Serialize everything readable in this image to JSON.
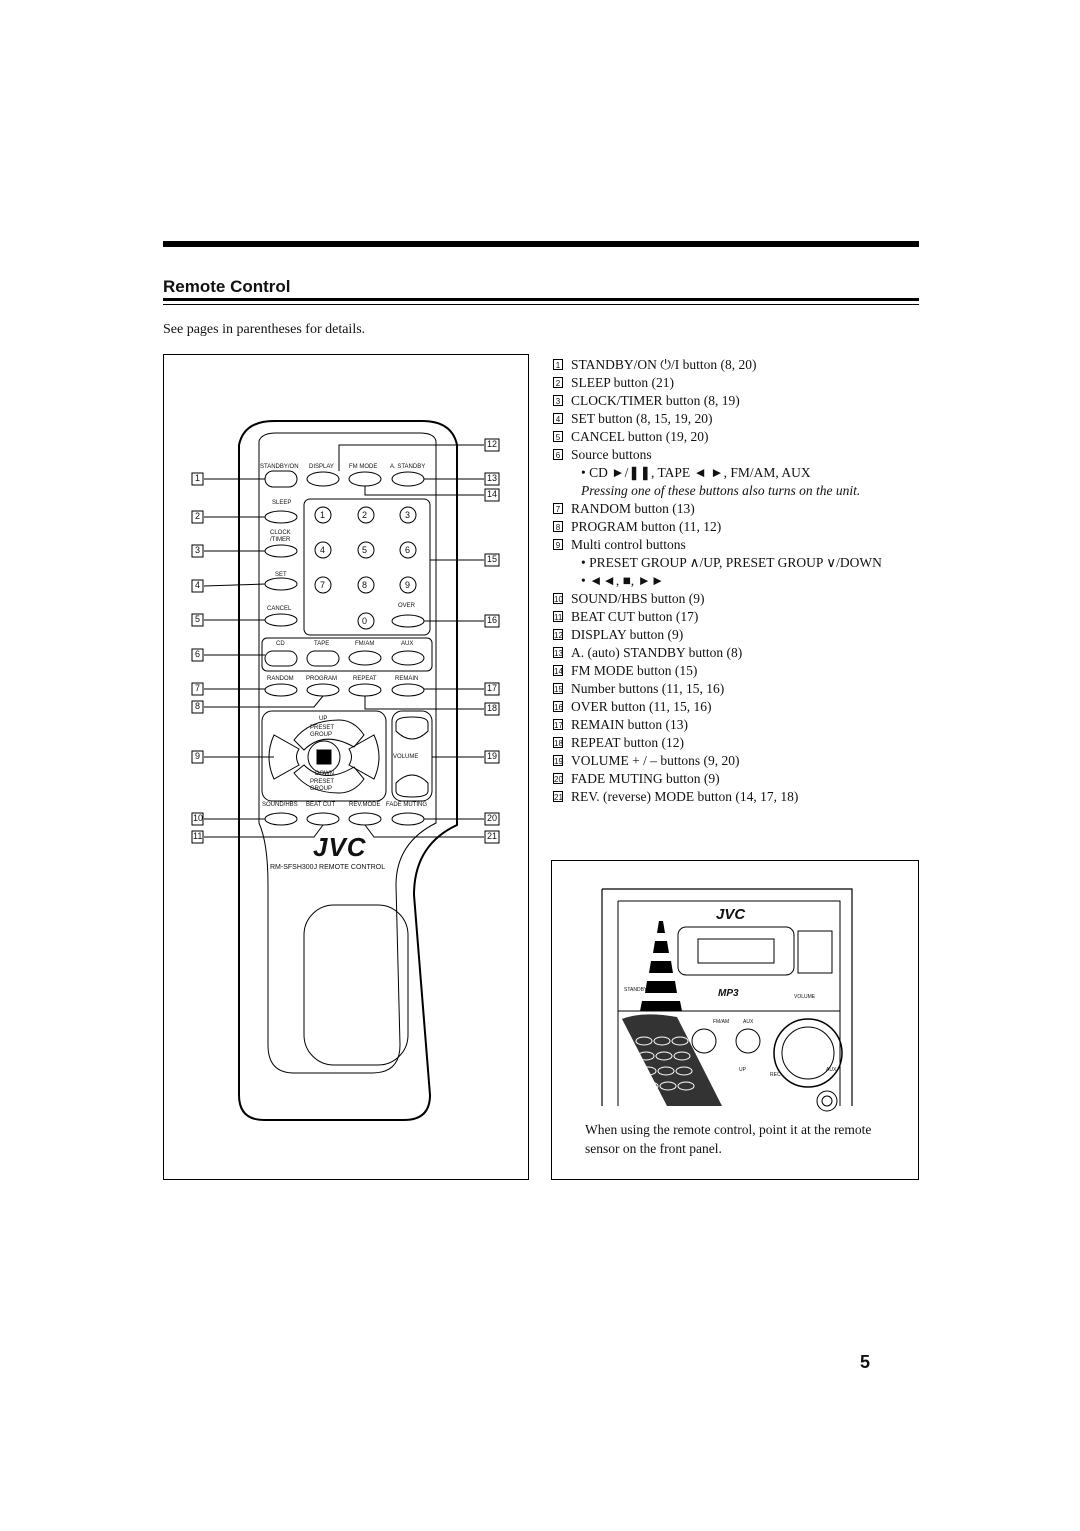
{
  "section": {
    "title": "Remote Control",
    "intro": "See pages in parentheses for details."
  },
  "legend": [
    {
      "num": "1",
      "text": "STANDBY/ON ⏻/I button (8, 20)"
    },
    {
      "num": "2",
      "text": "SLEEP button (21)"
    },
    {
      "num": "3",
      "text": "CLOCK/TIMER button (8, 19)"
    },
    {
      "num": "4",
      "text": "SET button (8, 15, 19, 20)"
    },
    {
      "num": "5",
      "text": "CANCEL button (19, 20)"
    },
    {
      "num": "6",
      "text": "Source buttons"
    },
    {
      "num": "",
      "text": "• CD ►/❚❚, TAPE ◄ ►, FM/AM, AUX"
    },
    {
      "num": "",
      "text": "Pressing one of these buttons also turns on the unit."
    },
    {
      "num": "7",
      "text": "RANDOM button (13)"
    },
    {
      "num": "8",
      "text": "PROGRAM button (11, 12)"
    },
    {
      "num": "9",
      "text": "Multi control buttons"
    },
    {
      "num": "",
      "text": "• PRESET GROUP ∧/UP, PRESET GROUP ∨/DOWN"
    },
    {
      "num": "",
      "text": "• ◄◄, ■, ►►"
    },
    {
      "num": "10",
      "text": "SOUND/HBS button (9)"
    },
    {
      "num": "11",
      "text": "BEAT CUT button (17)"
    },
    {
      "num": "12",
      "text": "DISPLAY button (9)"
    },
    {
      "num": "13",
      "text": "A. (auto) STANDBY button (8)"
    },
    {
      "num": "14",
      "text": "FM MODE button (15)"
    },
    {
      "num": "15",
      "text": "Number buttons (11, 15, 16)"
    },
    {
      "num": "16",
      "text": "OVER button (11, 15, 16)"
    },
    {
      "num": "17",
      "text": "REMAIN button (13)"
    },
    {
      "num": "18",
      "text": "REPEAT button (12)"
    },
    {
      "num": "19",
      "text": "VOLUME + / – buttons (9, 20)"
    },
    {
      "num": "20",
      "text": "FADE MUTING button (9)"
    },
    {
      "num": "21",
      "text": "REV. (reverse) MODE button (14, 17, 18)"
    }
  ],
  "remote": {
    "labels": {
      "standby": "STANDBY/ON",
      "display": "DISPLAY",
      "fm_mode": "FM MODE",
      "a_standby": "A. STANDBY",
      "sleep": "SLEEP",
      "clock": "CLOCK",
      "timer": "/TIMER",
      "set": "SET",
      "cancel": "CANCEL",
      "over": "OVER",
      "cd": "CD",
      "tape": "TAPE",
      "fm_am": "FM/AM",
      "aux": "AUX",
      "random": "RANDOM",
      "program": "PROGRAM",
      "repeat": "REPEAT",
      "remain": "REMAIN",
      "up": "UP",
      "preset": "PRESET",
      "group": "GROUP",
      "down": "DOWN",
      "volume": "VOLUME",
      "sound_hbs": "SOUND/HBS",
      "beat_cut": "BEAT CUT",
      "rev_mode": "REV.MODE",
      "fade_muting": "FADE MUTING",
      "brand": "JVC",
      "model": "RM-SFSH300J REMOTE CONTROL"
    },
    "digits": [
      "1",
      "2",
      "3",
      "4",
      "5",
      "6",
      "7",
      "8",
      "9",
      "0"
    ]
  },
  "panel": {
    "brand": "JVC",
    "standby": "STANDBY",
    "volume": "VOLUME",
    "fm_am": "FM/AM",
    "aux": "AUX",
    "up": "UP",
    "rec": "REC",
    "aux_jack": "AUX",
    "mp3": "MP3",
    "caption": "When using the remote control, point it at the remote sensor on the front panel."
  },
  "page_number": "5"
}
